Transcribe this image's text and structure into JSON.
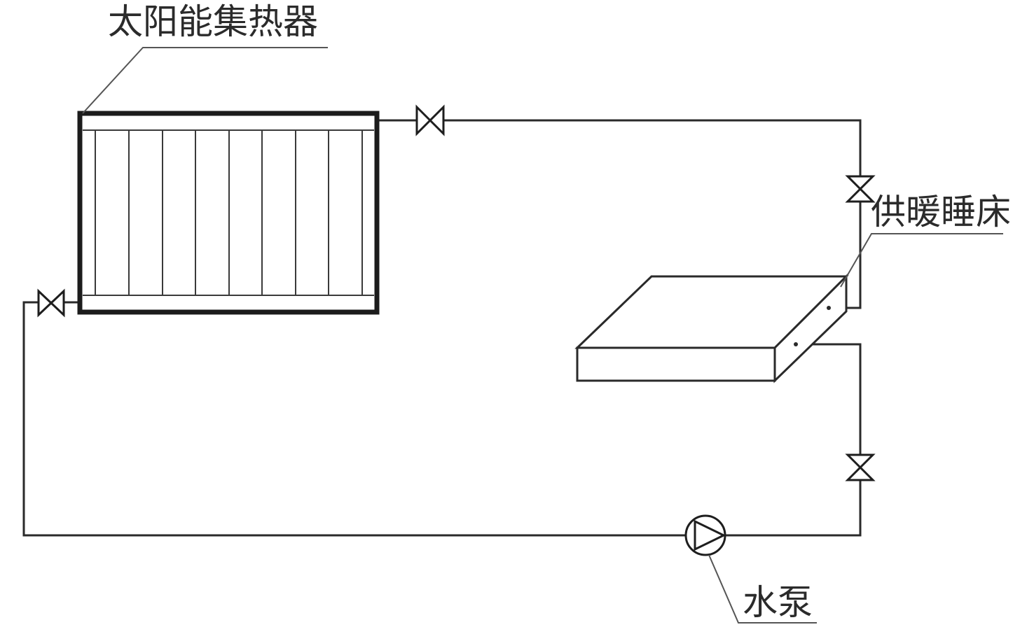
{
  "labels": {
    "collector": "太阳能集热器",
    "bed": "供暖睡床",
    "pump": "水泵"
  },
  "colors": {
    "line": "#2a2a2a",
    "leader": "#555555",
    "text": "#2b2b2b",
    "background": "#ffffff"
  },
  "components": {
    "collector_tube_count": 8,
    "valve_count": 4,
    "pump_count": 1
  }
}
